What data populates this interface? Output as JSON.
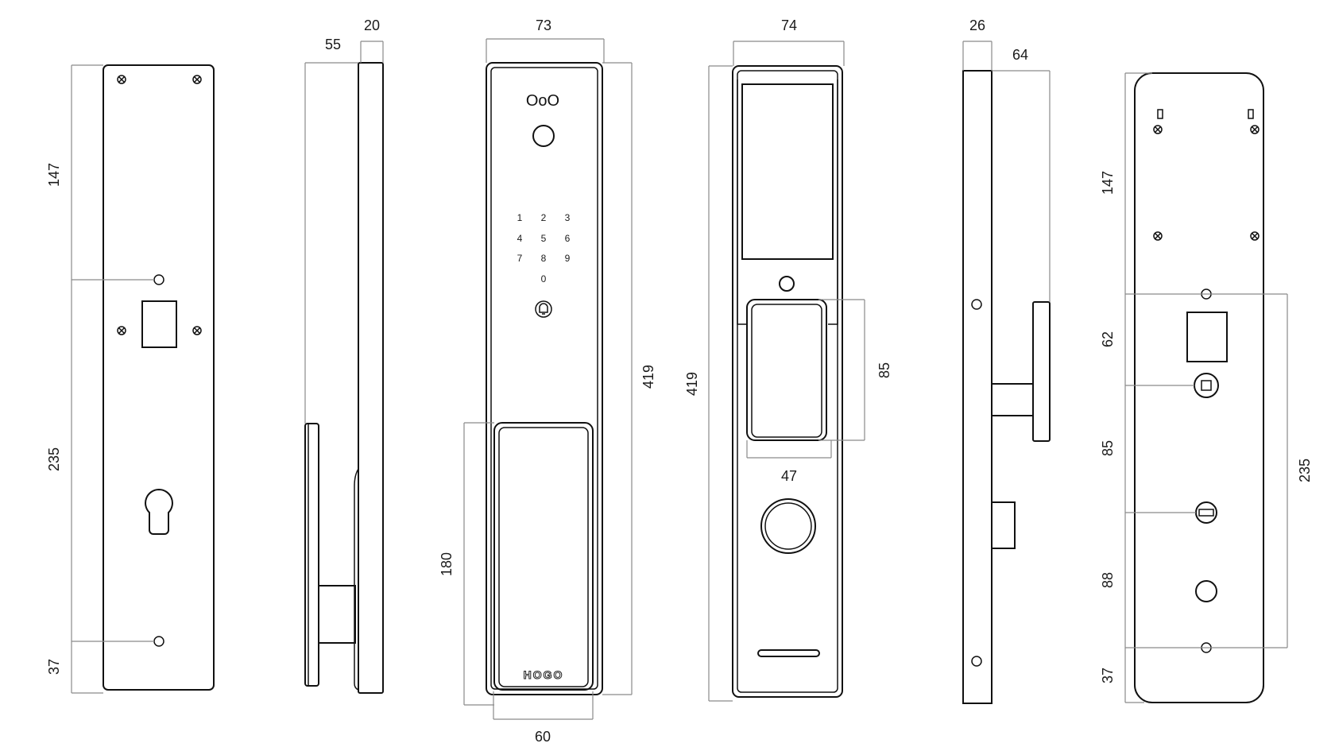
{
  "dimensions": {
    "back_plate_top": "147",
    "back_plate_middle": "235",
    "back_plate_bottom": "37",
    "side_left_thickness": "20",
    "side_left_handle_depth": "55",
    "front_width": "73",
    "front_height": "419",
    "front_handle_height": "180",
    "front_handle_width": "60",
    "rear_width": "74",
    "rear_height": "419",
    "rear_handle_height": "85",
    "rear_handle_width": "47",
    "side_right_thickness": "26",
    "side_right_handle_depth": "64",
    "inner_top": "147",
    "inner_62": "62",
    "inner_85": "85",
    "inner_88": "88",
    "inner_37": "37",
    "inner_235": "235"
  },
  "keypad": {
    "camera": "OoO",
    "keys": [
      "1",
      "2",
      "3",
      "4",
      "5",
      "6",
      "7",
      "8",
      "9",
      "0"
    ]
  },
  "brand": {
    "logo": "HOGO"
  },
  "icons": {
    "bell": "bell-icon",
    "screw": "screw-icon",
    "keyhole": "keyhole-icon",
    "fingerprint": "fingerprint-sensor-icon"
  },
  "colors": {
    "line": "#111111",
    "dimension_line": "#8a8a8a",
    "background": "#ffffff"
  }
}
